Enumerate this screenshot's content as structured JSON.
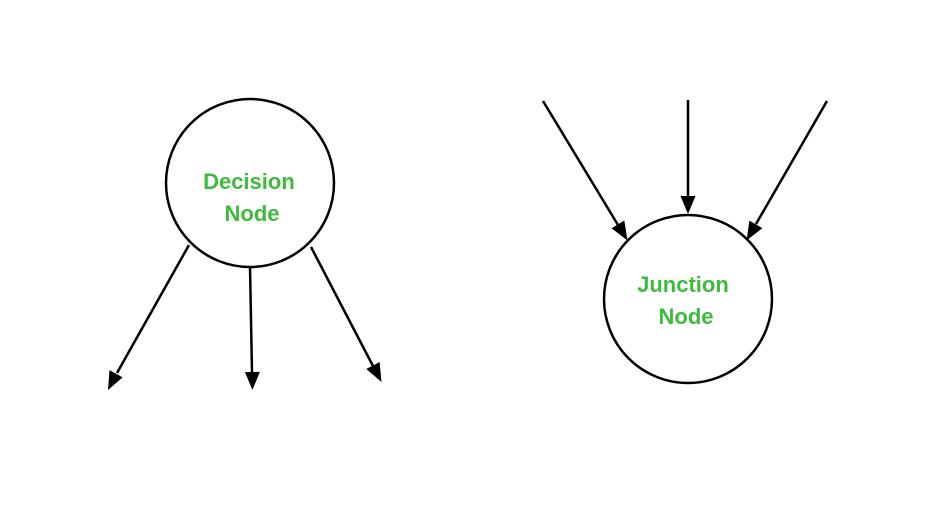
{
  "colors": {
    "label_green": "#3dbb3d",
    "stroke": "#000000",
    "background": "#ffffff"
  },
  "decision_node": {
    "label_line1": "Decision",
    "label_line2": "Node",
    "outgoing_arrow_count": 3
  },
  "junction_node": {
    "label_line1": "Junction",
    "label_line2": "Node",
    "incoming_arrow_count": 3
  }
}
